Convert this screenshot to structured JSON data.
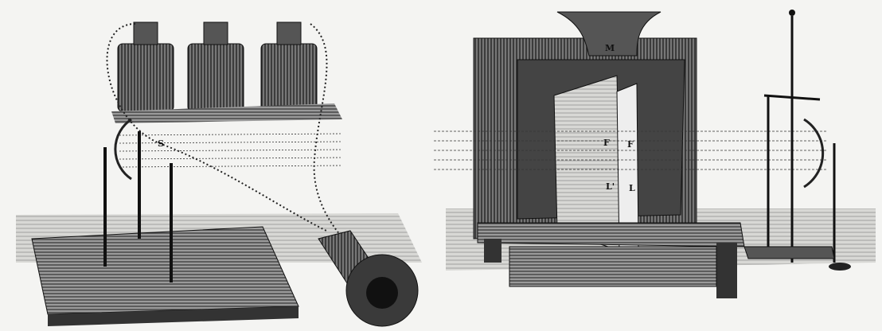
{
  "illustration": {
    "left_figure": {
      "labels": {
        "s": "S"
      }
    },
    "right_figure": {
      "labels": {
        "m": "M",
        "f1": "F",
        "f2": "F",
        "l_prime": "L'",
        "l": "L"
      }
    }
  },
  "colors": {
    "ink": "#1a1a1a",
    "paper": "#f4f4f2",
    "shade": "#6a6a6a"
  }
}
